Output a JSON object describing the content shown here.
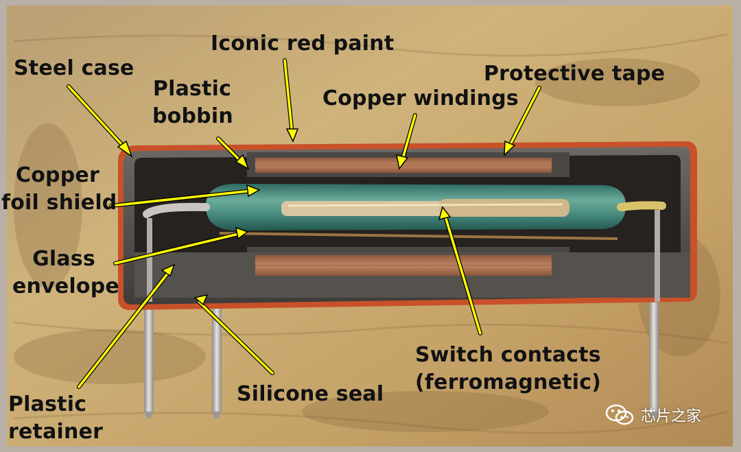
{
  "colors": {
    "border": "#b8b0a6",
    "wood": "#c9a96e",
    "case_red": "#c8512a",
    "case_steel": "#5b5854",
    "copper": "#b0714e",
    "glass": "#3f8d7e",
    "arrow": "#ffff00"
  },
  "labels": {
    "steel_case": "Steel case",
    "iconic_red_paint": "Iconic red paint",
    "protective_tape": "Protective tape",
    "plastic_bobbin_1": "Plastic",
    "plastic_bobbin_2": "bobbin",
    "copper_windings": "Copper windings",
    "copper_foil_1": "Copper",
    "copper_foil_2": "foil shield",
    "glass_envelope_1": "Glass",
    "glass_envelope_2": "envelope",
    "switch_contacts_1": "Switch contacts",
    "switch_contacts_2": "(ferromagnetic)",
    "silicone_seal": "Silicone seal",
    "plastic_retainer_1": "Plastic",
    "plastic_retainer_2": "retainer"
  },
  "watermark": {
    "text": "芯片之家",
    "icon": "wechat-icon"
  }
}
